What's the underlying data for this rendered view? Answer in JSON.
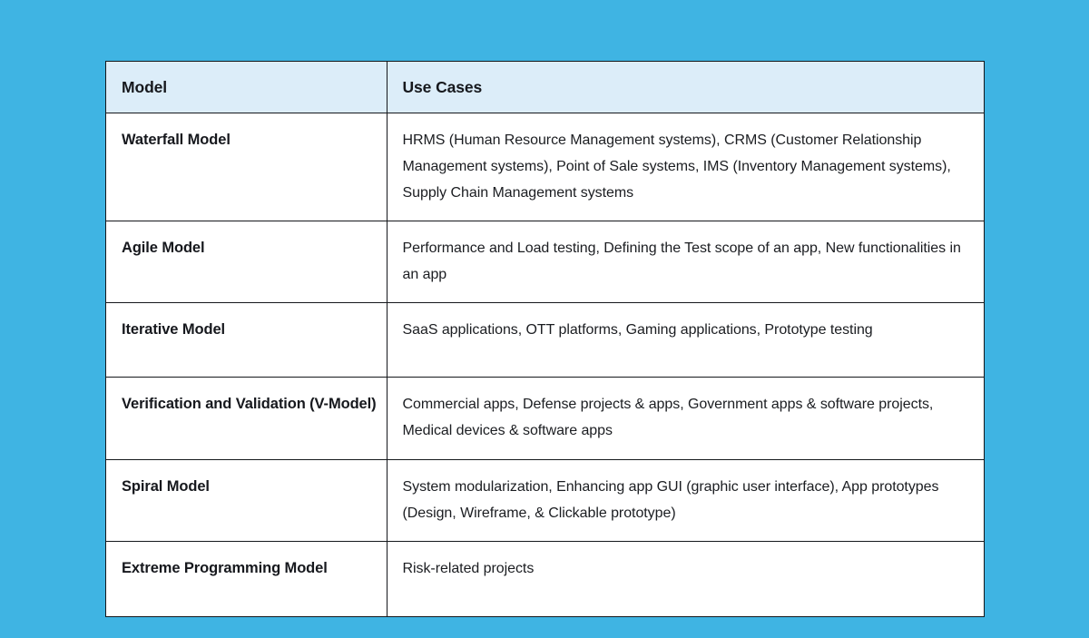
{
  "page": {
    "background_color": "#3FB4E3",
    "surface_color": "#FFFFFF",
    "border_color": "#15181C",
    "header_fill_color": "#DCEDF9",
    "text_color": "#16181D"
  },
  "table": {
    "name": "software-development-models-use-cases",
    "columns": [
      {
        "key": "model",
        "label": "Model"
      },
      {
        "key": "use_cases",
        "label": "Use Cases"
      }
    ],
    "rows": [
      {
        "model": "Waterfall Model",
        "use_cases": "HRMS (Human Resource Management systems), CRMS (Customer Relationship Management systems), Point of Sale systems, IMS (Inventory Management systems), Supply Chain Management systems"
      },
      {
        "model": "Agile Model",
        "use_cases": "Performance and Load testing, Defining the Test scope of an app, New functionalities in an app"
      },
      {
        "model": "Iterative Model",
        "use_cases": "SaaS applications, OTT platforms, Gaming applications, Prototype testing"
      },
      {
        "model": "Verification and Validation (V-Model)",
        "use_cases": "Commercial apps, Defense projects & apps, Government apps & software projects, Medical devices & software apps"
      },
      {
        "model": "Spiral Model",
        "use_cases": "System modularization, Enhancing app GUI (graphic user interface), App prototypes (Design, Wireframe, & Clickable prototype)"
      },
      {
        "model": "Extreme Programming Model",
        "use_cases": "Risk-related projects"
      }
    ]
  }
}
